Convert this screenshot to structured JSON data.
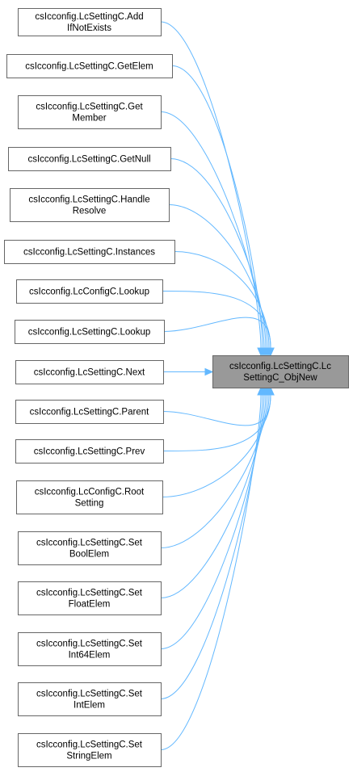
{
  "diagram": {
    "target": {
      "lines": [
        "csIcconfig.LcSettingC.Lc",
        "SettingC_ObjNew"
      ]
    },
    "callers": [
      {
        "lines": [
          "csIcconfig.LcSettingC.Add",
          "IfNotExists"
        ]
      },
      {
        "lines": [
          "csIcconfig.LcSettingC.GetElem"
        ]
      },
      {
        "lines": [
          "csIcconfig.LcSettingC.Get",
          "Member"
        ]
      },
      {
        "lines": [
          "csIcconfig.LcSettingC.GetNull"
        ]
      },
      {
        "lines": [
          "csIcconfig.LcSettingC.Handle",
          "Resolve"
        ]
      },
      {
        "lines": [
          "csIcconfig.LcSettingC.Instances"
        ]
      },
      {
        "lines": [
          "csIcconfig.LcConfigC.Lookup"
        ]
      },
      {
        "lines": [
          "csIcconfig.LcSettingC.Lookup"
        ]
      },
      {
        "lines": [
          "csIcconfig.LcSettingC.Next"
        ]
      },
      {
        "lines": [
          "csIcconfig.LcSettingC.Parent"
        ]
      },
      {
        "lines": [
          "csIcconfig.LcSettingC.Prev"
        ]
      },
      {
        "lines": [
          "csIcconfig.LcConfigC.Root",
          "Setting"
        ]
      },
      {
        "lines": [
          "csIcconfig.LcSettingC.Set",
          "BoolElem"
        ]
      },
      {
        "lines": [
          "csIcconfig.LcSettingC.Set",
          "FloatElem"
        ]
      },
      {
        "lines": [
          "csIcconfig.LcSettingC.Set",
          "Int64Elem"
        ]
      },
      {
        "lines": [
          "csIcconfig.LcSettingC.Set",
          "IntElem"
        ]
      },
      {
        "lines": [
          "csIcconfig.LcSettingC.Set",
          "StringElem"
        ]
      }
    ],
    "colors": {
      "edge": "#63b8ff",
      "target_fill": "#999999",
      "node_border": "#666666"
    }
  }
}
